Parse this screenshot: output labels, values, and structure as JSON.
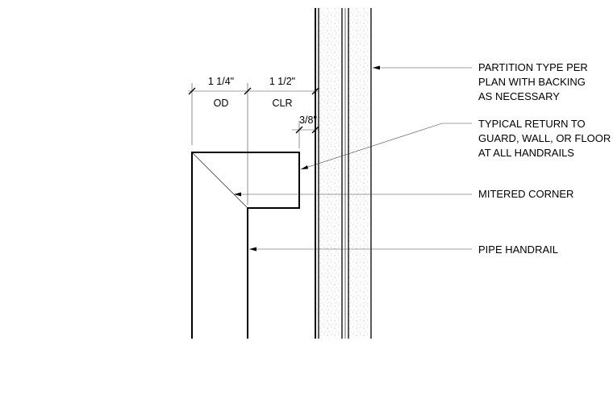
{
  "dimensions": {
    "od_value": "1 1/4\"",
    "od_label": "OD",
    "clr_value": "1 1/2\"",
    "clr_label": "CLR",
    "gap_value": "3/8\""
  },
  "callouts": {
    "partition": [
      "PARTITION TYPE PER",
      "PLAN WITH BACKING",
      "AS NECESSARY"
    ],
    "return": [
      "TYPICAL RETURN TO",
      "GUARD, WALL, OR FLOOR",
      "AT ALL HANDRAILS"
    ],
    "mitered": [
      "MITERED CORNER"
    ],
    "handrail": [
      "PIPE HANDRAIL"
    ]
  }
}
